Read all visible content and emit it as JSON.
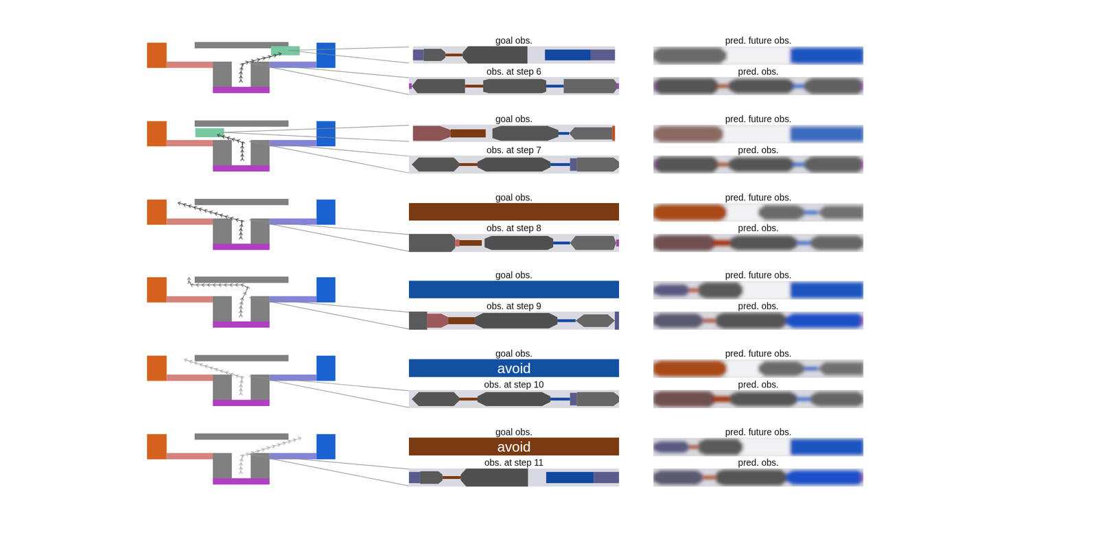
{
  "diagram": {
    "nodes": [
      {
        "text": [
          "avoid"
        ]
      },
      {
        "text": [
          "avoid"
        ]
      }
    ],
    "labels": [
      "goal obs.",
      "pred. future obs.",
      "obs. at step 6",
      "pred. obs.",
      "goal obs.",
      "pred. future obs.",
      "obs. at step 7",
      "pred. obs.",
      "goal obs.",
      "pred. future obs.",
      "obs. at step 8",
      "pred. obs.",
      "goal obs.",
      "pred. future obs.",
      "obs. at step 9",
      "pred. obs.",
      "goal obs.",
      "pred. future obs.",
      "obs. at step 10",
      "pred. obs.",
      "goal obs.",
      "pred. future obs.",
      "obs. at step 11",
      "pred. obs."
    ]
  }
}
